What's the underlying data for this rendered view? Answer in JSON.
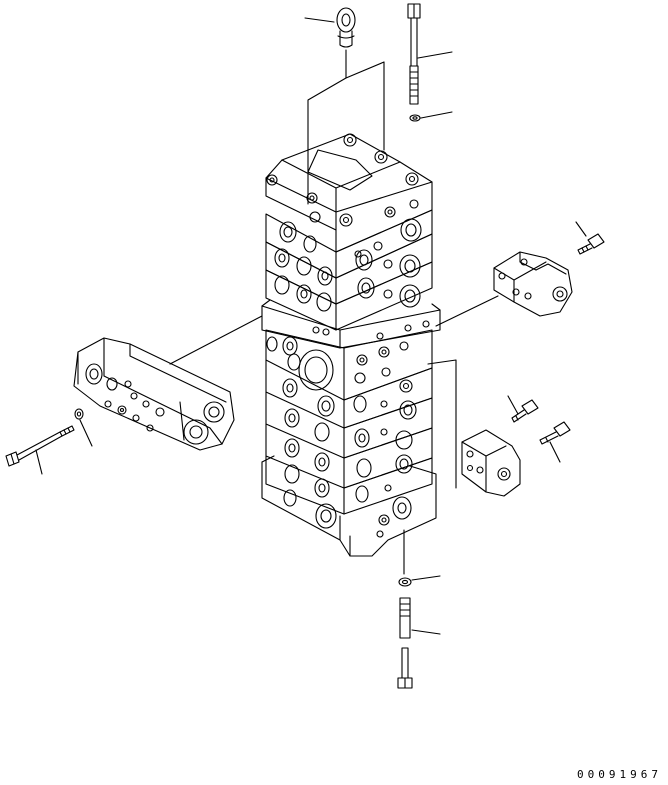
{
  "diagram": {
    "id_label": "00091967",
    "line_color": "#000000",
    "background_color": "#ffffff",
    "parts": [
      {
        "name": "eye-bolt",
        "icon": "eye-bolt-icon"
      },
      {
        "name": "long-tie-bolt",
        "icon": "bolt-icon"
      },
      {
        "name": "washer-top",
        "icon": "washer-icon"
      },
      {
        "name": "control-valve-assembly",
        "icon": "valve-block-icon"
      },
      {
        "name": "side-relief-block",
        "icon": "valve-block-icon"
      },
      {
        "name": "side-washer",
        "icon": "washer-icon"
      },
      {
        "name": "side-bolt",
        "icon": "bolt-icon"
      },
      {
        "name": "small-bracket-upper",
        "icon": "bracket-icon"
      },
      {
        "name": "small-bolt-upper",
        "icon": "bolt-icon"
      },
      {
        "name": "small-bracket-lower",
        "icon": "bracket-icon"
      },
      {
        "name": "small-bolt-lower-a",
        "icon": "bolt-icon"
      },
      {
        "name": "small-bolt-lower-b",
        "icon": "bolt-icon"
      },
      {
        "name": "washer-bottom",
        "icon": "washer-icon"
      },
      {
        "name": "bottom-bolt",
        "icon": "bolt-icon"
      }
    ]
  }
}
